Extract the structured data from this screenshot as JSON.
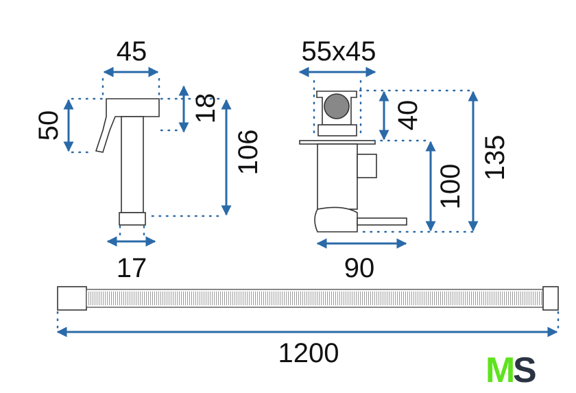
{
  "dimensions": {
    "sprayer_width": "45",
    "sprayer_height": "50",
    "sprayer_head": "18",
    "sprayer_length": "106",
    "sprayer_thread": "17",
    "valve_size": "55x45",
    "valve_top": "40",
    "valve_body": "100",
    "valve_total": "135",
    "valve_depth": "90",
    "hose_length": "1200"
  },
  "logo": {
    "text": "MS",
    "m": "M",
    "s": "S",
    "m_color": "#5ee31e",
    "s_color": "#2b3442"
  },
  "colors": {
    "arrow": "#2a6aa8"
  }
}
